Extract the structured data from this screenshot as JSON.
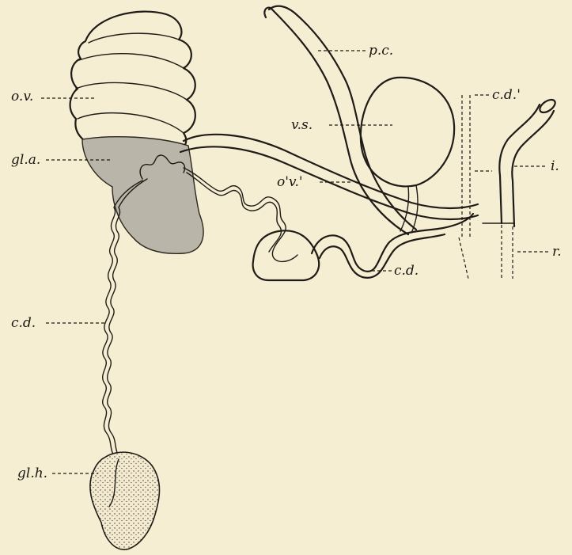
{
  "labels": {
    "ov": "o.v.",
    "gla": "gl.a.",
    "cd_left": "c.d.",
    "glh": "gl.h.",
    "pc": "p.c.",
    "vs": "v.s.",
    "ov_prime": "o'v.'",
    "cd_prime": "c.d.'",
    "i": "i.",
    "r": "r.",
    "cd_right": "c.d."
  },
  "colors": {
    "paper": "#f6eed3",
    "ink": "#1f1b16",
    "gland_shade": "#b9b5a9"
  }
}
